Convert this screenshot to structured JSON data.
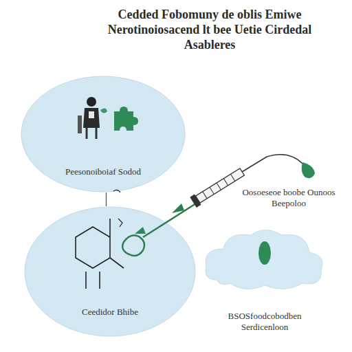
{
  "diagram": {
    "title": "Cedded Fobomuny de oblis Emiwe Nerotinoiosacend lt bee Uetie Cirdedal Asableres",
    "nodes": [
      {
        "text": [
          "Peesonoiboiaf Sodod"
        ]
      },
      {
        "text": [
          "Ceedidor Bhibe"
        ]
      },
      {
        "text": [
          "BSOSfoodcobodben Serdicenloon"
        ]
      }
    ],
    "edges": [
      {
        "from": 0,
        "to": 1,
        "arrow": "none"
      }
    ],
    "labels": [
      "Oosoeseoe boobe Ounoos Beepoloo"
    ]
  }
}
